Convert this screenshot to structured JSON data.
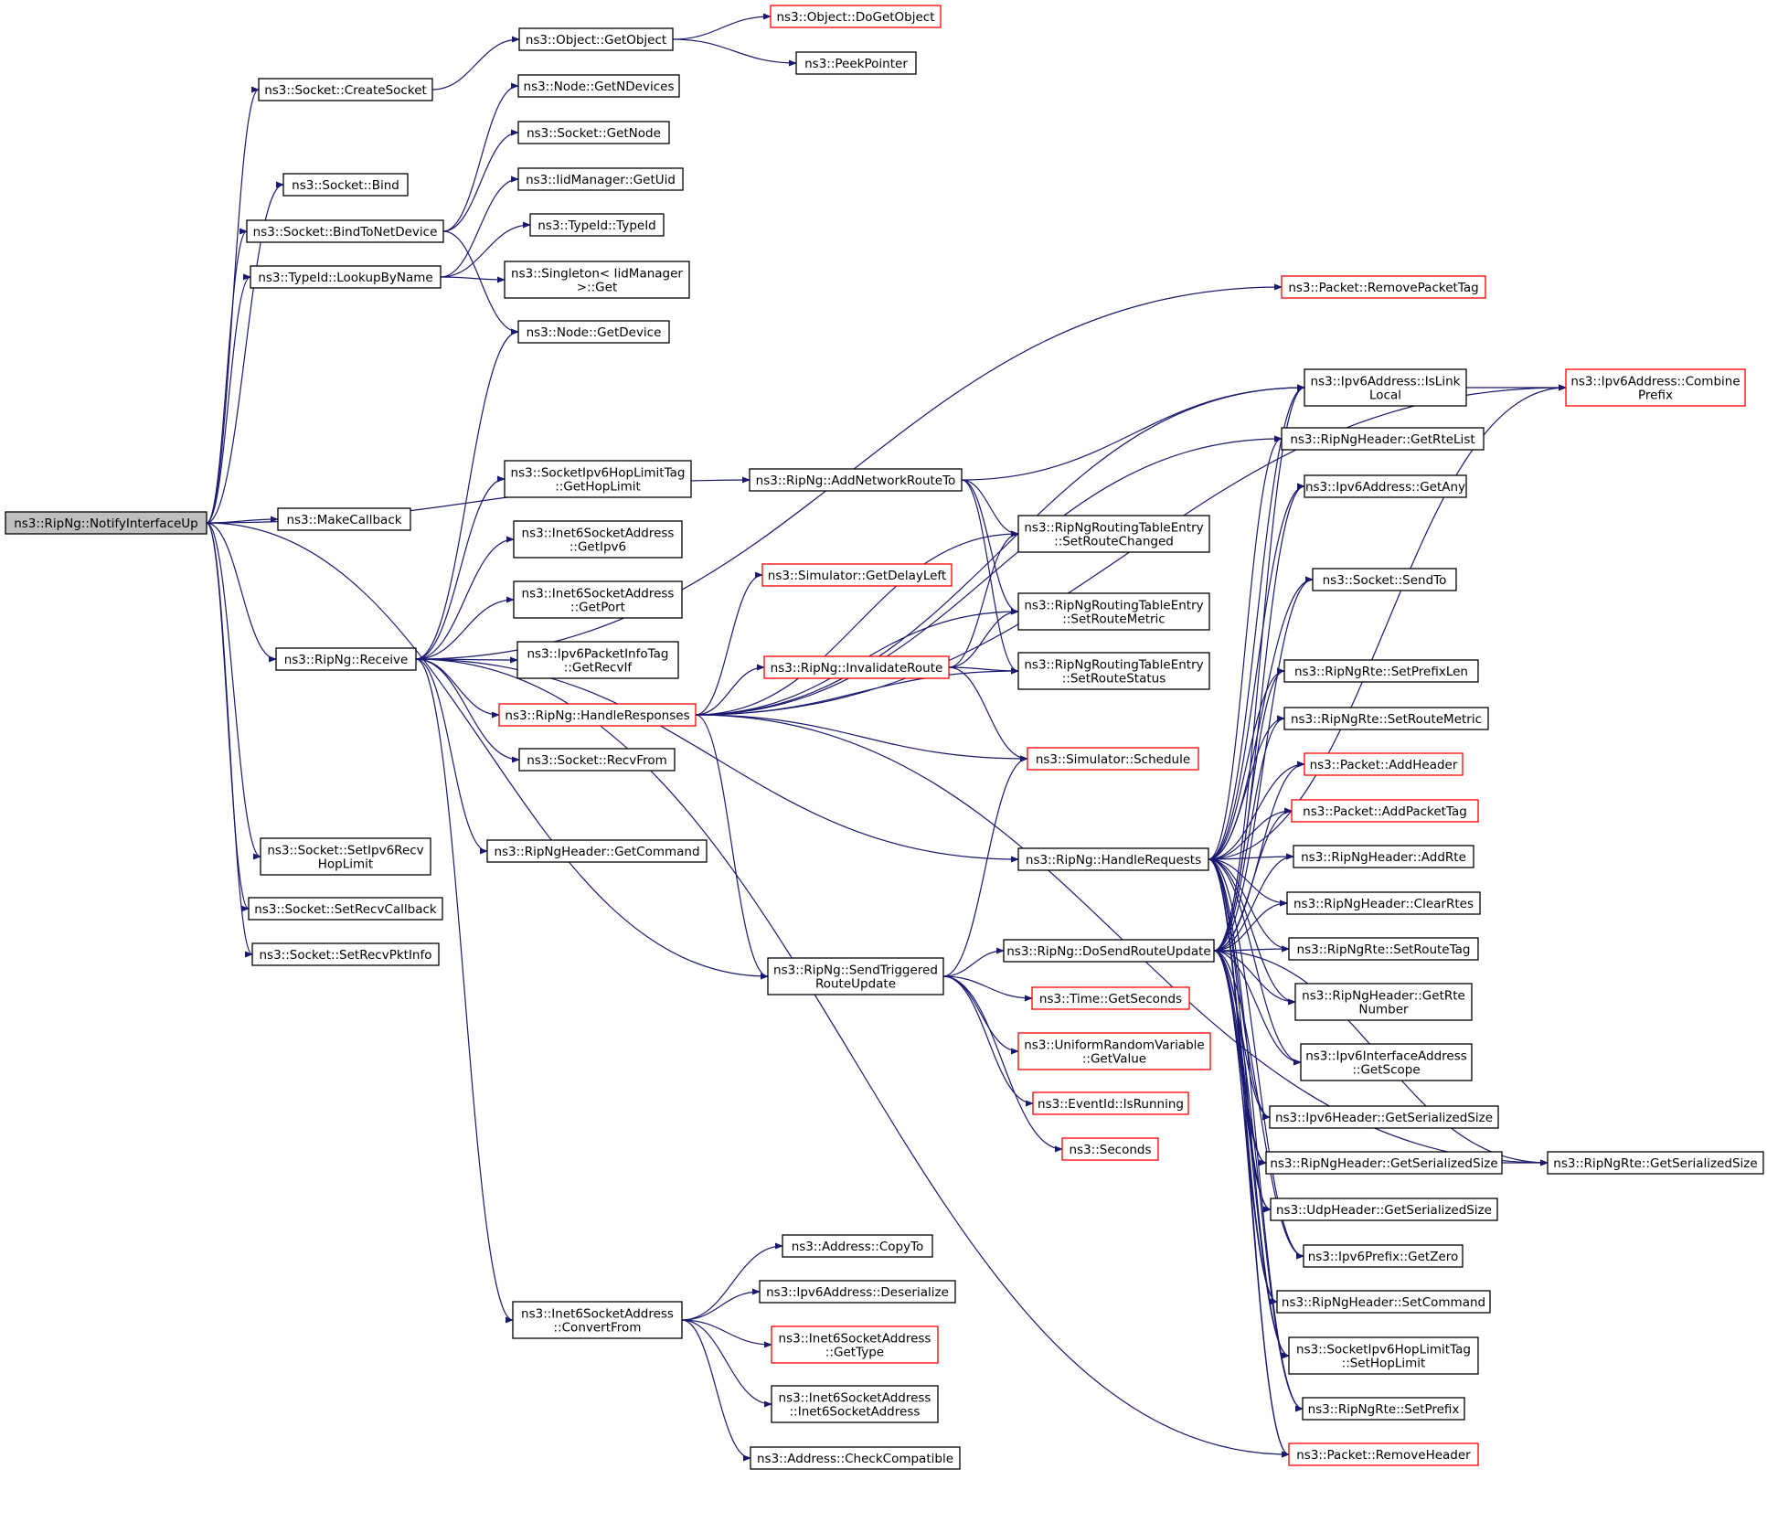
{
  "diagram": {
    "type": "call-graph",
    "colors": {
      "edge": "#191970",
      "root_fill": "#bfbfbf",
      "box_border": "#000000",
      "external_border": "#ff0000"
    },
    "nodes": [
      {
        "id": "root",
        "lines": [
          "ns3::RipNg::NotifyInterfaceUp"
        ],
        "style": "root"
      },
      {
        "id": "createSocket",
        "lines": [
          "ns3::Socket::CreateSocket"
        ],
        "style": "normal"
      },
      {
        "id": "bind",
        "lines": [
          "ns3::Socket::Bind"
        ],
        "style": "normal"
      },
      {
        "id": "bindToNetDevice",
        "lines": [
          "ns3::Socket::BindToNetDevice"
        ],
        "style": "normal"
      },
      {
        "id": "lookupByName",
        "lines": [
          "ns3::TypeId::LookupByName"
        ],
        "style": "normal"
      },
      {
        "id": "getObject",
        "lines": [
          "ns3::Object::GetObject"
        ],
        "style": "normal"
      },
      {
        "id": "doGetObject",
        "lines": [
          "ns3::Object::DoGetObject"
        ],
        "style": "red"
      },
      {
        "id": "peekPointer",
        "lines": [
          "ns3::PeekPointer"
        ],
        "style": "normal"
      },
      {
        "id": "getNDevices",
        "lines": [
          "ns3::Node::GetNDevices"
        ],
        "style": "normal"
      },
      {
        "id": "socketGetNode",
        "lines": [
          "ns3::Socket::GetNode"
        ],
        "style": "normal"
      },
      {
        "id": "getUid",
        "lines": [
          "ns3::IidManager::GetUid"
        ],
        "style": "normal"
      },
      {
        "id": "typeIdCtor",
        "lines": [
          "ns3::TypeId::TypeId"
        ],
        "style": "normal"
      },
      {
        "id": "singletonGet",
        "lines": [
          "ns3::Singleton< IidManager",
          ">::Get"
        ],
        "style": "normal"
      },
      {
        "id": "getDevice",
        "lines": [
          "ns3::Node::GetDevice"
        ],
        "style": "normal"
      },
      {
        "id": "addNetworkRouteTo",
        "lines": [
          "ns3::RipNg::AddNetworkRouteTo"
        ],
        "style": "normal"
      },
      {
        "id": "makeCallback",
        "lines": [
          "ns3::MakeCallback"
        ],
        "style": "normal"
      },
      {
        "id": "receive",
        "lines": [
          "ns3::RipNg::Receive"
        ],
        "style": "normal"
      },
      {
        "id": "getHopLimit",
        "lines": [
          "ns3::SocketIpv6HopLimitTag",
          "::GetHopLimit"
        ],
        "style": "normal"
      },
      {
        "id": "getIpv6",
        "lines": [
          "ns3::Inet6SocketAddress",
          "::GetIpv6"
        ],
        "style": "normal"
      },
      {
        "id": "getPort",
        "lines": [
          "ns3::Inet6SocketAddress",
          "::GetPort"
        ],
        "style": "normal"
      },
      {
        "id": "getRecvIf",
        "lines": [
          "ns3::Ipv6PacketInfoTag",
          "::GetRecvIf"
        ],
        "style": "normal"
      },
      {
        "id": "handleResponses",
        "lines": [
          "ns3::RipNg::HandleResponses"
        ],
        "style": "red"
      },
      {
        "id": "recvFrom",
        "lines": [
          "ns3::Socket::RecvFrom"
        ],
        "style": "normal"
      },
      {
        "id": "getCommand",
        "lines": [
          "ns3::RipNgHeader::GetCommand"
        ],
        "style": "normal"
      },
      {
        "id": "setIpv6RecvHopLimit",
        "lines": [
          "ns3::Socket::SetIpv6Recv",
          "HopLimit"
        ],
        "style": "normal"
      },
      {
        "id": "setRecvCallback",
        "lines": [
          "ns3::Socket::SetRecvCallback"
        ],
        "style": "normal"
      },
      {
        "id": "setRecvPktInfo",
        "lines": [
          "ns3::Socket::SetRecvPktInfo"
        ],
        "style": "normal"
      },
      {
        "id": "getDelayLeft",
        "lines": [
          "ns3::Simulator::GetDelayLeft"
        ],
        "style": "red"
      },
      {
        "id": "invalidateRoute",
        "lines": [
          "ns3::RipNg::InvalidateRoute"
        ],
        "style": "red"
      },
      {
        "id": "setRouteChanged",
        "lines": [
          "ns3::RipNgRoutingTableEntry",
          "::SetRouteChanged"
        ],
        "style": "normal"
      },
      {
        "id": "setRouteMetricEntry",
        "lines": [
          "ns3::RipNgRoutingTableEntry",
          "::SetRouteMetric"
        ],
        "style": "normal"
      },
      {
        "id": "setRouteStatus",
        "lines": [
          "ns3::RipNgRoutingTableEntry",
          "::SetRouteStatus"
        ],
        "style": "normal"
      },
      {
        "id": "schedule",
        "lines": [
          "ns3::Simulator::Schedule"
        ],
        "style": "red"
      },
      {
        "id": "handleRequests",
        "lines": [
          "ns3::RipNg::HandleRequests"
        ],
        "style": "normal"
      },
      {
        "id": "sendTriggered",
        "lines": [
          "ns3::RipNg::SendTriggered",
          "RouteUpdate"
        ],
        "style": "normal"
      },
      {
        "id": "doSendRouteUpdate",
        "lines": [
          "ns3::RipNg::DoSendRouteUpdate"
        ],
        "style": "normal"
      },
      {
        "id": "getSeconds",
        "lines": [
          "ns3::Time::GetSeconds"
        ],
        "style": "red"
      },
      {
        "id": "getValue",
        "lines": [
          "ns3::UniformRandomVariable",
          "::GetValue"
        ],
        "style": "red"
      },
      {
        "id": "isRunning",
        "lines": [
          "ns3::EventId::IsRunning"
        ],
        "style": "red"
      },
      {
        "id": "seconds",
        "lines": [
          "ns3::Seconds"
        ],
        "style": "red"
      },
      {
        "id": "removePacketTag",
        "lines": [
          "ns3::Packet::RemovePacketTag"
        ],
        "style": "red"
      },
      {
        "id": "isLinkLocal",
        "lines": [
          "ns3::Ipv6Address::IsLink",
          "Local"
        ],
        "style": "normal"
      },
      {
        "id": "combinePrefix",
        "lines": [
          "ns3::Ipv6Address::Combine",
          "Prefix"
        ],
        "style": "red"
      },
      {
        "id": "getRteList",
        "lines": [
          "ns3::RipNgHeader::GetRteList"
        ],
        "style": "normal"
      },
      {
        "id": "getAny",
        "lines": [
          "ns3::Ipv6Address::GetAny"
        ],
        "style": "normal"
      },
      {
        "id": "sendTo",
        "lines": [
          "ns3::Socket::SendTo"
        ],
        "style": "normal"
      },
      {
        "id": "setPrefixLen",
        "lines": [
          "ns3::RipNgRte::SetPrefixLen"
        ],
        "style": "normal"
      },
      {
        "id": "rteSetRouteMetric",
        "lines": [
          "ns3::RipNgRte::SetRouteMetric"
        ],
        "style": "normal"
      },
      {
        "id": "addHeader",
        "lines": [
          "ns3::Packet::AddHeader"
        ],
        "style": "red"
      },
      {
        "id": "addPacketTag",
        "lines": [
          "ns3::Packet::AddPacketTag"
        ],
        "style": "red"
      },
      {
        "id": "addRte",
        "lines": [
          "ns3::RipNgHeader::AddRte"
        ],
        "style": "normal"
      },
      {
        "id": "clearRtes",
        "lines": [
          "ns3::RipNgHeader::ClearRtes"
        ],
        "style": "normal"
      },
      {
        "id": "setRouteTag",
        "lines": [
          "ns3::RipNgRte::SetRouteTag"
        ],
        "style": "normal"
      },
      {
        "id": "getRteNumber",
        "lines": [
          "ns3::RipNgHeader::GetRte",
          "Number"
        ],
        "style": "normal"
      },
      {
        "id": "getScope",
        "lines": [
          "ns3::Ipv6InterfaceAddress",
          "::GetScope"
        ],
        "style": "normal"
      },
      {
        "id": "ipv6HeaderSize",
        "lines": [
          "ns3::Ipv6Header::GetSerializedSize"
        ],
        "style": "normal"
      },
      {
        "id": "ripngHeaderSize",
        "lines": [
          "ns3::RipNgHeader::GetSerializedSize"
        ],
        "style": "normal"
      },
      {
        "id": "rteSize",
        "lines": [
          "ns3::RipNgRte::GetSerializedSize"
        ],
        "style": "normal"
      },
      {
        "id": "udpHeaderSize",
        "lines": [
          "ns3::UdpHeader::GetSerializedSize"
        ],
        "style": "normal"
      },
      {
        "id": "getZero",
        "lines": [
          "ns3::Ipv6Prefix::GetZero"
        ],
        "style": "normal"
      },
      {
        "id": "setCommand",
        "lines": [
          "ns3::RipNgHeader::SetCommand"
        ],
        "style": "normal"
      },
      {
        "id": "setHopLimit",
        "lines": [
          "ns3::SocketIpv6HopLimitTag",
          "::SetHopLimit"
        ],
        "style": "normal"
      },
      {
        "id": "setPrefix",
        "lines": [
          "ns3::RipNgRte::SetPrefix"
        ],
        "style": "normal"
      },
      {
        "id": "removeHeader",
        "lines": [
          "ns3::Packet::RemoveHeader"
        ],
        "style": "red"
      },
      {
        "id": "convertFrom",
        "lines": [
          "ns3::Inet6SocketAddress",
          "::ConvertFrom"
        ],
        "style": "normal"
      },
      {
        "id": "copyTo",
        "lines": [
          "ns3::Address::CopyTo"
        ],
        "style": "normal"
      },
      {
        "id": "deserialize",
        "lines": [
          "ns3::Ipv6Address::Deserialize"
        ],
        "style": "normal"
      },
      {
        "id": "getType",
        "lines": [
          "ns3::Inet6SocketAddress",
          "::GetType"
        ],
        "style": "red"
      },
      {
        "id": "inet6Ctor",
        "lines": [
          "ns3::Inet6SocketAddress",
          "::Inet6SocketAddress"
        ],
        "style": "normal"
      },
      {
        "id": "checkCompatible",
        "lines": [
          "ns3::Address::CheckCompatible"
        ],
        "style": "normal"
      }
    ]
  }
}
